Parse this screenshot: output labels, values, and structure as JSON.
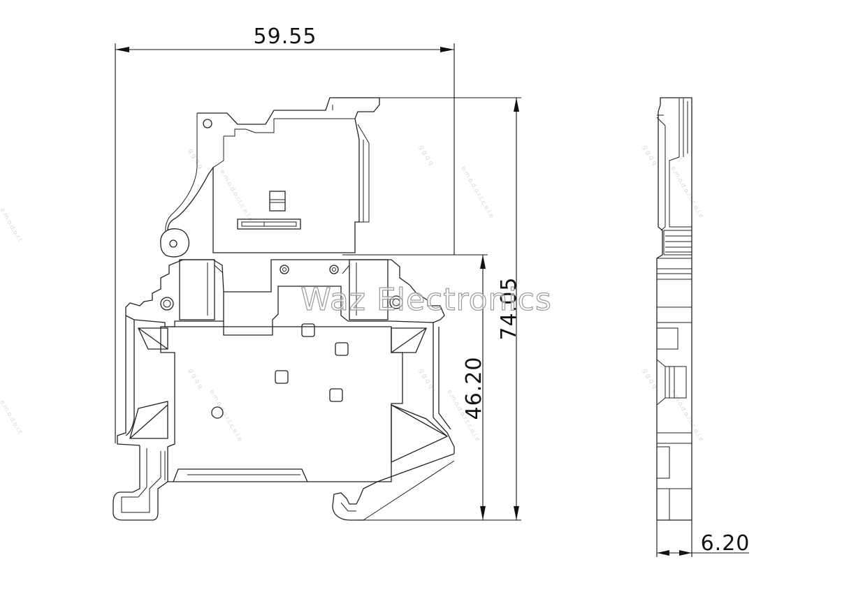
{
  "dimensions": {
    "width_top": "59.55",
    "height_overall": "74.05",
    "height_rail": "46.20",
    "depth_side": "6.20"
  },
  "watermark": {
    "text": "Waz Electronics"
  }
}
